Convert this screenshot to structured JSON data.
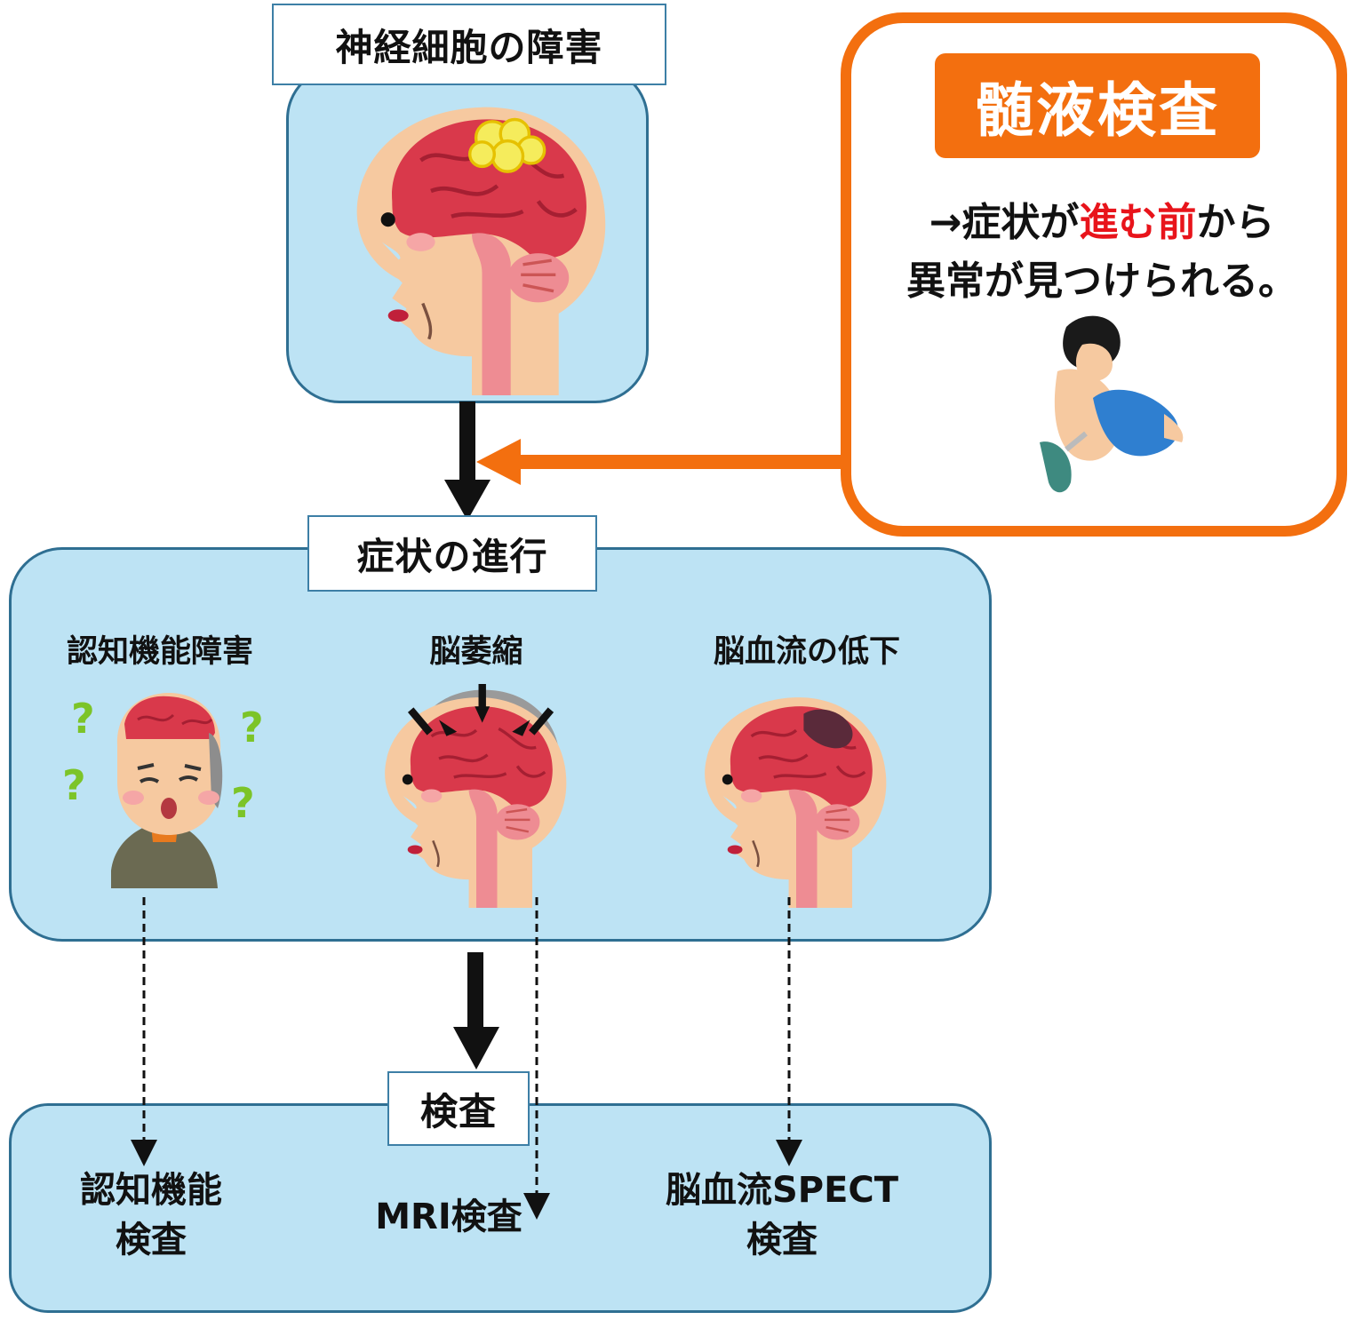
{
  "top_box": {
    "title": "神経細胞の障害"
  },
  "side_box": {
    "title": "髄液検査",
    "note_line1_prefix": "→症状が",
    "note_line1_highlight": "進む前",
    "note_line1_suffix": "から",
    "note_line2": "異常が見つけられる。"
  },
  "progress_box": {
    "title": "症状の進行",
    "items": [
      {
        "label": "認知機能障害"
      },
      {
        "label": "脳萎縮"
      },
      {
        "label": "脳血流の低下"
      }
    ]
  },
  "exam_box": {
    "title": "検査",
    "items": [
      {
        "line1": "認知機能",
        "line2": "検査"
      },
      {
        "line1": "MRI検査",
        "line2": ""
      },
      {
        "line1": "脳血流SPECT",
        "line2": "検査"
      }
    ]
  },
  "colors": {
    "panel_fill": "#bde3f4",
    "panel_border": "#2f6f92",
    "accent_orange": "#f36f0f",
    "highlight_red": "#e8141b"
  }
}
